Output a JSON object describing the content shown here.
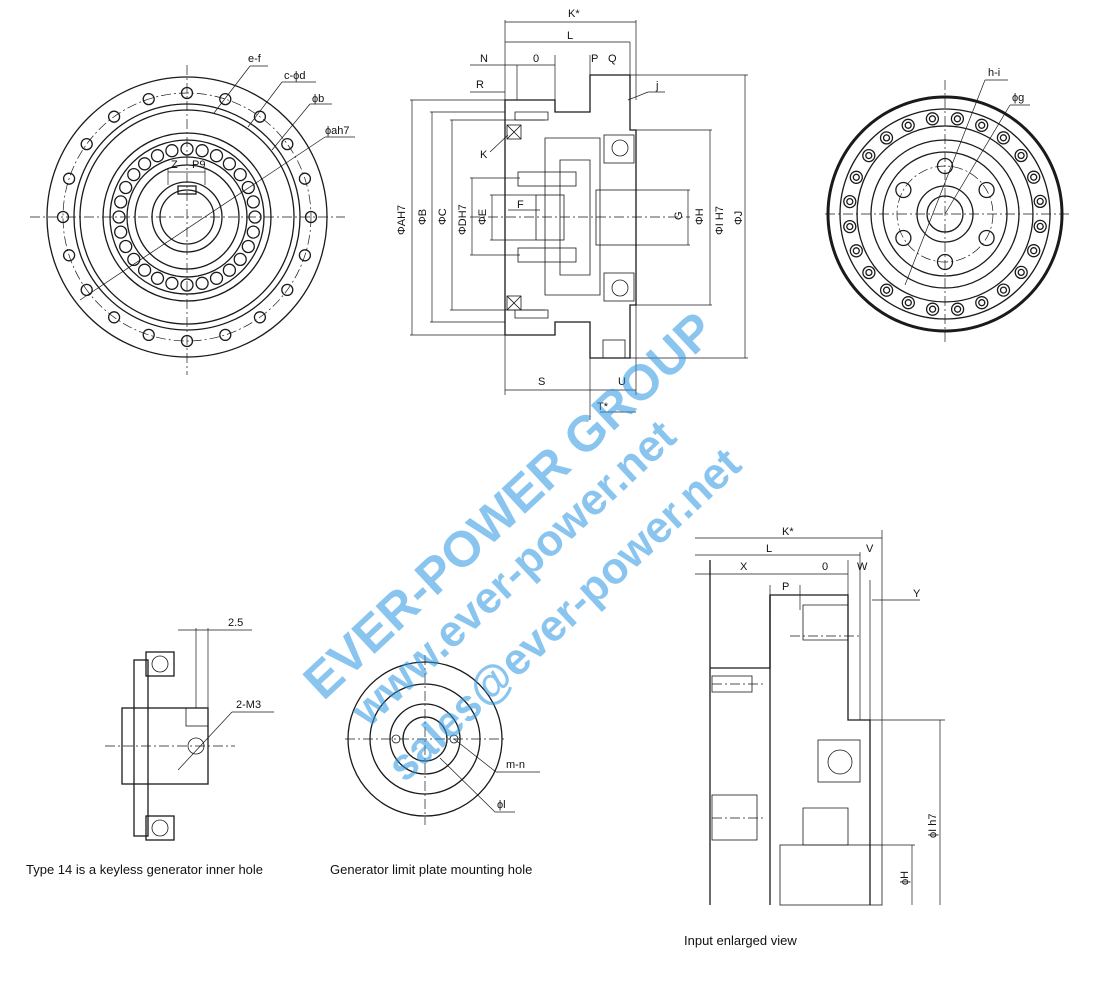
{
  "labels": {
    "front": {
      "e_f": "e-f",
      "c_phid": "c-ϕd",
      "phib": "ϕb",
      "phiah7": "ϕah7",
      "z": "Z",
      "p9": "P9"
    },
    "section": {
      "K": "K*",
      "L": "L",
      "N": "N",
      "O": "0",
      "P": "P",
      "Q": "Q",
      "R": "R",
      "j": "j",
      "K_small": "K",
      "AH7": "ΦAH7",
      "B": "ΦB",
      "C": "ΦC",
      "DH7": "ΦDH7",
      "E": "ΦE",
      "F": "F",
      "G": "G",
      "H": "ΦH",
      "IH7": "ΦI H7",
      "J": "ΦJ",
      "S": "S",
      "U": "U",
      "T": "T*"
    },
    "rear": {
      "h_i": "h-i",
      "phig": "ϕg"
    },
    "keyless": {
      "dim": "2.5",
      "m3": "2-M3"
    },
    "limit_plate": {
      "m_n": "m-n",
      "phil": "ϕl"
    },
    "enlarged": {
      "K": "K*",
      "L": "L",
      "V": "V",
      "X": "X",
      "O": "0",
      "W": "W",
      "P": "P",
      "Y": "Y",
      "I": "ϕI h7",
      "H": "ϕH"
    }
  },
  "captions": {
    "keyless": "Type 14 is a keyless generator inner hole",
    "limit_plate": "Generator limit plate mounting hole",
    "enlarged": "Input enlarged view"
  },
  "watermark": {
    "brand": "EVER-POWER GROUP",
    "url": "www.ever-power.net",
    "email": "sales@ever-power.net",
    "color": "#2896e1"
  }
}
